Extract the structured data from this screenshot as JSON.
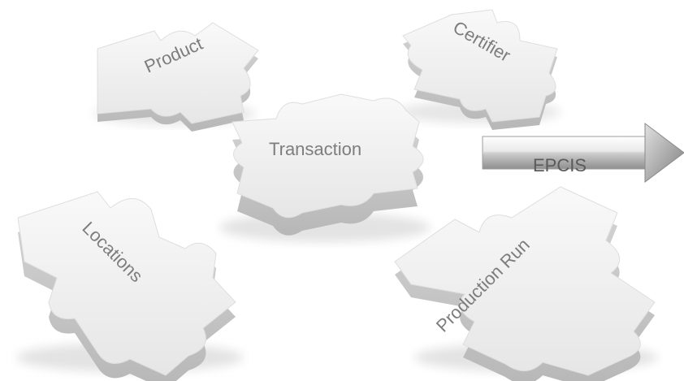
{
  "pieces": {
    "product": {
      "label": "Product"
    },
    "certifier": {
      "label": "Certifier"
    },
    "transaction": {
      "label": "Transaction"
    },
    "locations": {
      "label": "Locations"
    },
    "production_run": {
      "label": "Production Run"
    }
  },
  "arrow": {
    "label": "EPCIS"
  },
  "colors": {
    "piece_top": "#f1f1f1",
    "piece_side": "#c9c9c9",
    "piece_shadow": "#d8d8d8",
    "label": "#7d7d7d",
    "arrow_light": "#f7f7f7",
    "arrow_dark": "#9a9a9a"
  }
}
